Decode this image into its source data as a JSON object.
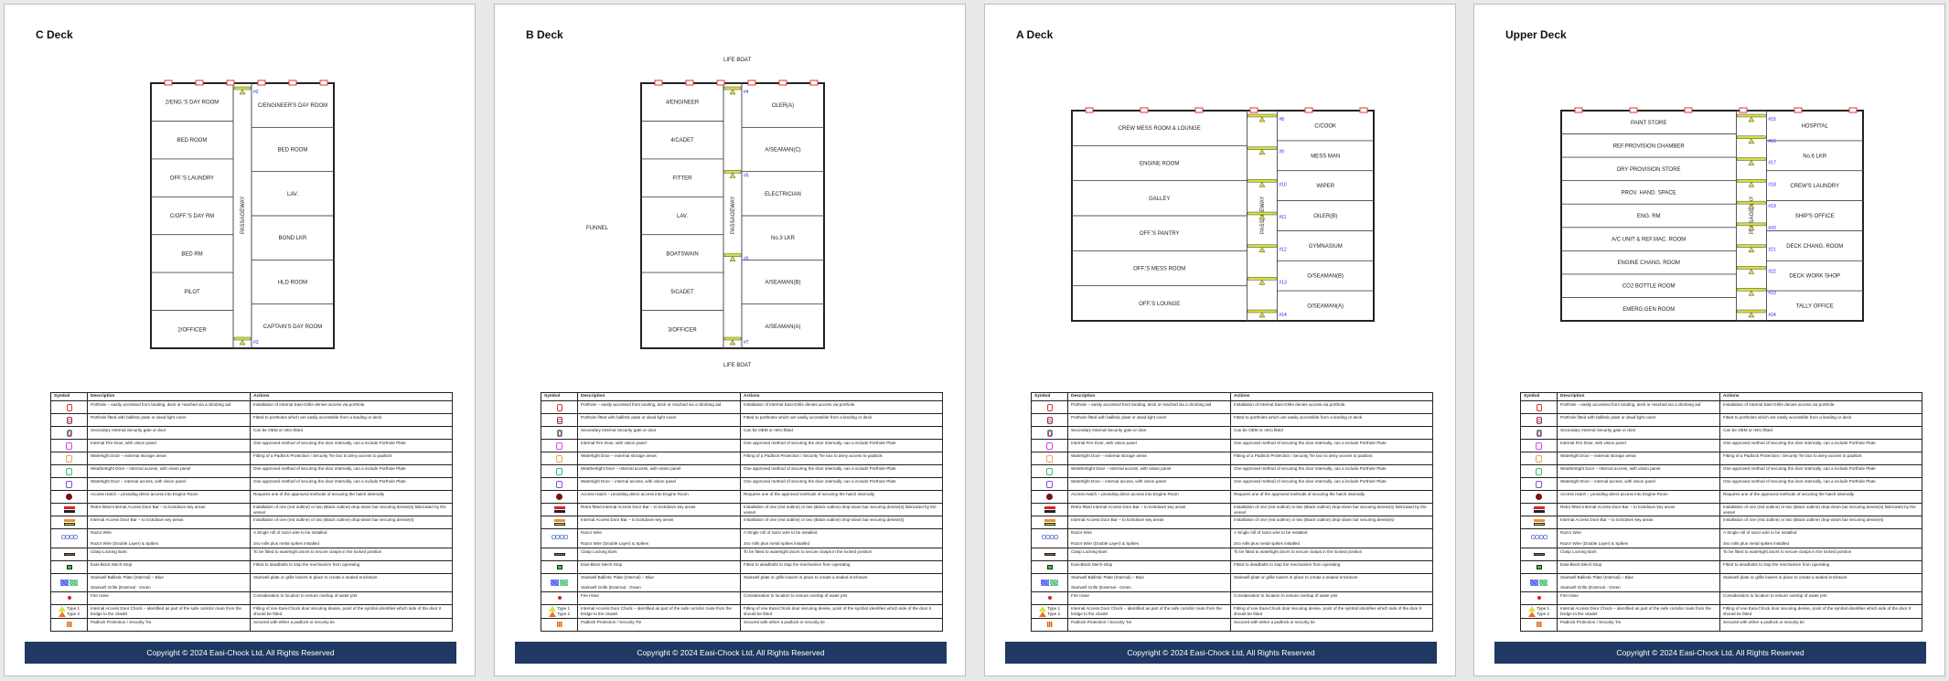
{
  "footer": "Copyright © 2024 Easi-Chock Ltd, All Rights Reserved",
  "legend": {
    "headers": [
      "Symbol",
      "Description",
      "Actions"
    ],
    "rows": [
      {
        "icon": "porthole-red",
        "description": "Porthole – easily accessed from landing, deck or reached via a climbing aid",
        "actions": "Installation of internal Easi-Grille denies access via porthole."
      },
      {
        "icon": "porthole-ballistic",
        "description": "Porthole fitted with ballistic plate or dead light cover",
        "actions": "Fitted to portholes which are easily accessible from a landing or deck"
      },
      {
        "icon": "security-gate",
        "description": "Secondary Internal Security gate or door",
        "actions": "Can be OEM or retro fitted"
      },
      {
        "icon": "fire-door-magenta",
        "description": "Internal Fire Door, with vision panel",
        "actions": "One approved method of securing the door internally, can a include Porthole Plate"
      },
      {
        "icon": "watertight-door-orange",
        "description": "Watertight Door – external storage areas",
        "actions": "Fitting of a Padlock Protection / Security Tie box to deny access to padlock"
      },
      {
        "icon": "weathertight-door-green",
        "description": "Weathertight Door – Internal access, with vision panel",
        "actions": "One approved method of securing the door internally, can a include Porthole Plate"
      },
      {
        "icon": "watertight-door-purple",
        "description": "Watertight Door – internal access, with vision panel",
        "actions": "One approved method of securing the door internally, can a include Porthole Plate"
      },
      {
        "icon": "access-hatch",
        "description": "Access Hatch – providing direct access into Engine Room",
        "actions": "Requires one of the approved methods of securing the hatch internally"
      },
      {
        "icon": "retro-door-bar",
        "description": "Retro-fitted Internal Access Door Bar – to lockdown key areas",
        "actions": "Installation of one (red outline) or two (Black outline) drop-down bar securing devise(s) fabricated by the vessel"
      },
      {
        "icon": "door-bar",
        "description": "Internal Access Door Bar – to lockdown key areas",
        "actions": "Installation of one (red outline) or two (Black outline) drop-down bar securing devise(s)"
      },
      {
        "icon": "razor-wire",
        "description": "Razor Wire",
        "description2": "Razor Wire (Double Layer) & Spikes",
        "actions": "A Single roll of razor wire to be installed",
        "actions2": "2no rolls plus metal spikes installed"
      },
      {
        "icon": "clasp-bar",
        "description": "Clasp Locking Bars",
        "actions": "To be fitted to watertight doors to secure clasps in the locked position"
      },
      {
        "icon": "mech-stop",
        "description": "Easi-Block Mech-Stop",
        "actions": "Fitted to deadbolts to stop the mechanism from operating"
      },
      {
        "icon": "stairwell-plate",
        "description": "Stairwell Ballistic Plate (Internal) – Blue",
        "description2": "Stairwell Grille (External - Green",
        "actions": "Stairwell plate or grille lowers in place to create a sealed enclosure"
      },
      {
        "icon": "fire-hose",
        "description": "Fire Hose",
        "actions": "Consideration to location to ensure overlap of water jets"
      },
      {
        "icon": "door-chock",
        "type1": "Type 1",
        "type2": "Type 2",
        "description": "Internal Access Door Chock – identified as part of the safe corridor route from the bridge to the citadel",
        "actions": "Fitting of one Easi-Chock door securing devise, point of the symbol identifies which side of the door it should be fitted"
      },
      {
        "icon": "padlock-protection",
        "description": "Padlock Protection / Security Tie",
        "actions": "Secured with either a padlock or security tie"
      }
    ]
  },
  "decks": [
    {
      "title": "C Deck",
      "left": [
        "2/ENG.'S DAY ROOM",
        "BED ROOM",
        "OFF.'S LAUNDRY",
        "C/OFF.'S DAY RM",
        "BED RM",
        "PILOT",
        "2/OFFICER"
      ],
      "center": "PASSAGEWAY",
      "right": [
        "C/ENGINEER'S DAY ROOM",
        "BED ROOM",
        "LAV.",
        "BOND LKR",
        "HLD ROOM",
        "CAPTAIN'S DAY ROOM"
      ],
      "markers": [
        "#2",
        "#3"
      ]
    },
    {
      "title": "B Deck",
      "left": [
        "4/ENGINEER",
        "4/CADET",
        "FITTER",
        "LAV.",
        "BOATSWAIN",
        "5/CADET",
        "3/OFFICER"
      ],
      "center": "PASSAGEWAY",
      "right": [
        "OLER(A)",
        "A/SEAMAN(C)",
        "ELECTRICIAN",
        "No.3 LKR",
        "A/SEAMAN(B)",
        "A/SEAMAN(A)"
      ],
      "extras": [
        "LIFE BOAT",
        "FUNNEL",
        "LIFE BOAT"
      ],
      "markers": [
        "#4",
        "#5",
        "#6",
        "#7"
      ]
    },
    {
      "title": "A Deck",
      "left": [
        "CREW MESS ROOM & LOUNGE",
        "ENGINE ROOM",
        "GALLEY",
        "OFF.'S PANTRY",
        "OFF.'S MESS ROOM",
        "OFF.'S LOUNGE"
      ],
      "center": "PASSAGEWAY",
      "right": [
        "C/COOK",
        "MESS MAN",
        "WIPER",
        "OILER(B)",
        "GYMNASIUM",
        "O/SEAMAN(B)",
        "O/SEAMAN(A)"
      ],
      "markers": [
        "#8",
        "#9",
        "#10",
        "#11",
        "#12",
        "#13",
        "#14"
      ]
    },
    {
      "title": "Upper Deck",
      "left": [
        "PAINT STORE",
        "REF.PROVISION CHAMBER",
        "DRY PROVISION STORE",
        "PROV. HAND. SPACE",
        "ENG. RM",
        "A/C UNIT & REF.MAC. ROOM",
        "ENGINE CHANG. ROOM",
        "CO2 BOTTLE ROOM",
        "EMERG.GEN ROOM"
      ],
      "center": "PASSAGEWAY",
      "right": [
        "HOSPITAL",
        "No.6 LKR",
        "CREW'S LAUNDRY",
        "SHIP'S OFFICE",
        "DECK CHANG. ROOM",
        "DECK WORK SHOP",
        "TALLY OFFICE"
      ],
      "markers": [
        "#15",
        "#16",
        "#17",
        "#18",
        "#19",
        "#20",
        "#21",
        "#22",
        "#23",
        "#24"
      ]
    }
  ],
  "colors": {
    "footer": "#1f3864",
    "porthole": "#e03030",
    "marker": "#1a1aff"
  }
}
